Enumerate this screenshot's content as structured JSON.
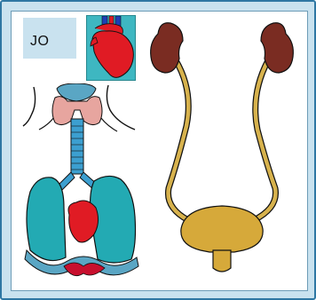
{
  "labels": {
    "code": "JO"
  },
  "icons": {
    "heart_thumb": "heart-vessels-icon",
    "thorax": "thorax-organs-illustration",
    "urinary": "urinary-system-illustration"
  },
  "colors": {
    "frame": "#2e77a3",
    "frame_fill": "#c9e2ef",
    "heart": "#e01b24",
    "lung": "#23aab3",
    "thyroid": "#e7a59f",
    "kidney": "#7a2c22",
    "ureter": "#d7b24d",
    "bladder": "#d6a93a"
  }
}
